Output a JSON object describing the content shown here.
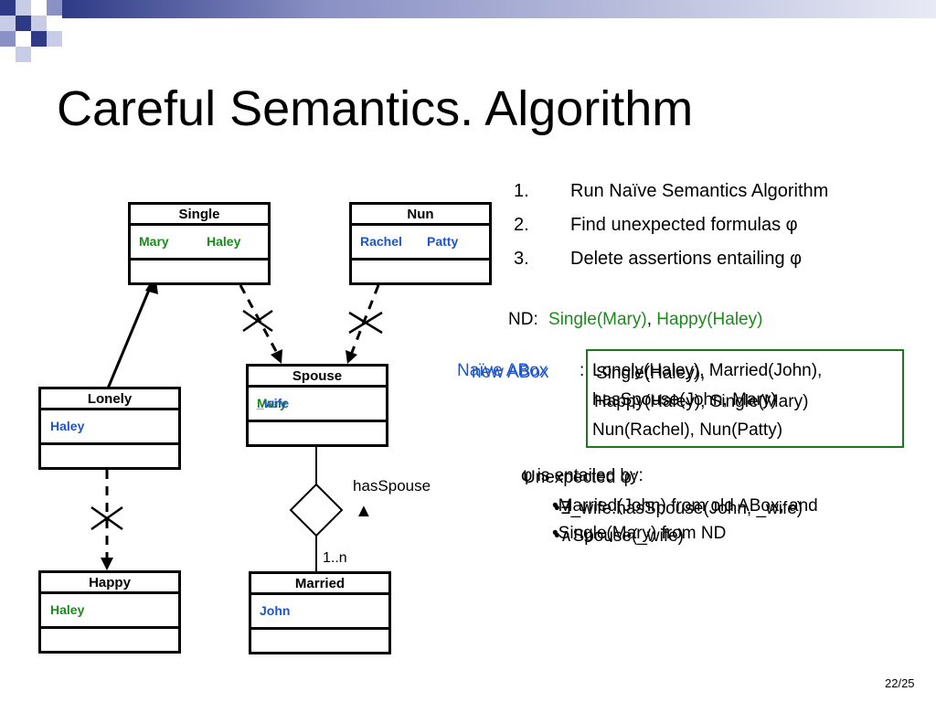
{
  "title": "Careful Semantics. Algorithm",
  "steps": [
    {
      "num": "1.",
      "text": "Run Naïve Semantics Algorithm"
    },
    {
      "num": "2.",
      "text": "Find unexpected formulas φ"
    },
    {
      "num": "3.",
      "text": "Delete assertions entailing φ"
    }
  ],
  "classes": {
    "single": {
      "name": "Single",
      "inst1": "Mary",
      "inst2": "Haley"
    },
    "nun": {
      "name": "Nun",
      "inst1": "Rachel",
      "inst2": "Patty"
    },
    "spouse": {
      "name": "Spouse",
      "inst1": "Mary",
      "inst2": "_wife"
    },
    "lonely": {
      "name": "Lonely",
      "inst1": "Haley"
    },
    "happy": {
      "name": "Happy",
      "inst1": "Haley"
    },
    "married": {
      "name": "Married",
      "inst1": "John"
    }
  },
  "association": {
    "name": "hasSpouse",
    "arrow": "▲",
    "multiplicity": "1..n"
  },
  "nd": {
    "label": "ND:",
    "f1": "Single(Mary)",
    "sep": ",",
    "f2": "Happy(Haley)"
  },
  "abox": {
    "label_a": "Naïve ABox",
    "label_b": "new ABox",
    "colon": ":",
    "line1_a": "Lonely(Haley), Married(John),",
    "line1_b": "Single(Haley),",
    "line2_a": "hasSpouse(John, Mary)",
    "line2_b": "Happy(Haley), Single(Mary)",
    "line3": "Nun(Rachel), Nun(Patty)"
  },
  "unexpected": {
    "head_a": "φ is entailed by:",
    "head_b": "Unexpected φ:",
    "item1_a": "•Married(John) from old ABox, and",
    "item1_b": "•∃_wife.hasSpouse(John, _wife)",
    "item2_a": "•Single(Mary) from ND",
    "item2_b": "•∧Spouse(_wife)"
  },
  "page_number": "22/25",
  "colors": {
    "green": "#1a8c1a",
    "blue": "#1f55c8",
    "abox_border": "#1a7a1a",
    "corner_dark": "#2e3a86",
    "corner_mid": "#8a91c4",
    "corner_light": "#c9cce6"
  }
}
